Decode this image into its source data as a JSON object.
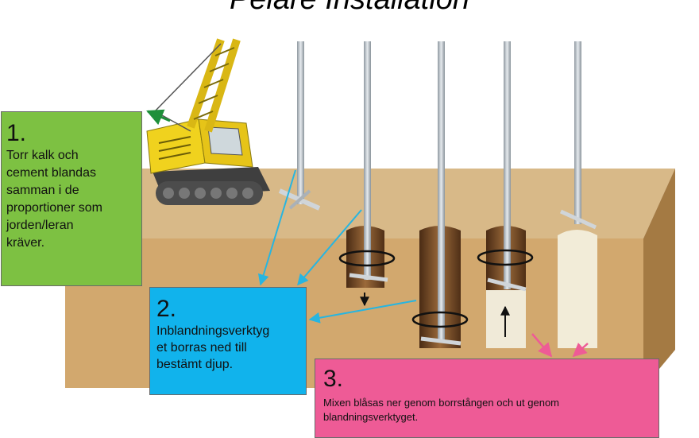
{
  "title": "Pelare Installation",
  "steps": [
    {
      "number": "1.",
      "text": "Torr kalk och\ncement blandas\nsamman i de\nproportioner som\njorden/leran\nkräver."
    },
    {
      "number": "2.",
      "text": "Inblandningsverktyg\net borras ned till\nbestämt djup."
    },
    {
      "number": "3.",
      "text": "Mixen blåsas ner genom borrstången och ut genom\nblandningsverktyget."
    }
  ],
  "colors": {
    "step1": "#7dc142",
    "step2": "#11b3ec",
    "step3": "#ee5b96",
    "soil": "#d7b37e",
    "crane": "#f0d21e"
  }
}
